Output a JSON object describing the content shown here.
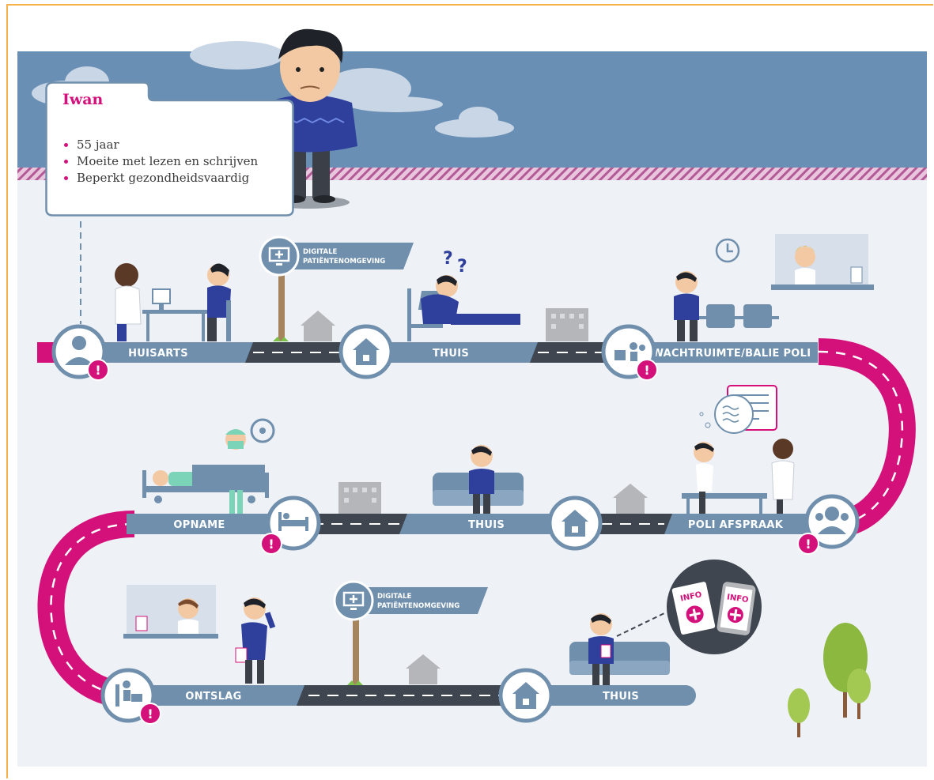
{
  "persona": {
    "name": "Iwan",
    "traits": [
      "55 jaar",
      "Moeite met lezen en schrijven",
      "Beperkt gezondheidsvaardig"
    ]
  },
  "journey": {
    "stations": [
      {
        "label": "HUISARTS",
        "icon": "doctor-icon",
        "alert": true
      },
      {
        "label": "THUIS",
        "icon": "house-icon",
        "alert": false
      },
      {
        "label": "WACHTRUIMTE/BALIE POLI",
        "icon": "waiting-room-icon",
        "alert": true
      },
      {
        "label": "POLI AFSPRAAK",
        "icon": "consultation-icon",
        "alert": true
      },
      {
        "label": "THUIS",
        "icon": "house-icon",
        "alert": false
      },
      {
        "label": "OPNAME",
        "icon": "hospital-bed-icon",
        "alert": true
      },
      {
        "label": "ONTSLAG",
        "icon": "exit-icon",
        "alert": true
      },
      {
        "label": "THUIS",
        "icon": "house-icon",
        "alert": false
      }
    ],
    "signs": [
      {
        "line1": "DIGITALE",
        "line2": "PATIËNTENOMGEVING"
      },
      {
        "line1": "DIGITALE",
        "line2": "PATIËNTENOMGEVING"
      }
    ],
    "info_labels": [
      "INFO",
      "INFO"
    ],
    "alert_symbol": "!"
  },
  "colors": {
    "road_blue": "#6f8fad",
    "road_dark": "#3f4650",
    "magenta": "#d4117a",
    "sky": "#6a8fb5",
    "background": "#eef1f6"
  }
}
